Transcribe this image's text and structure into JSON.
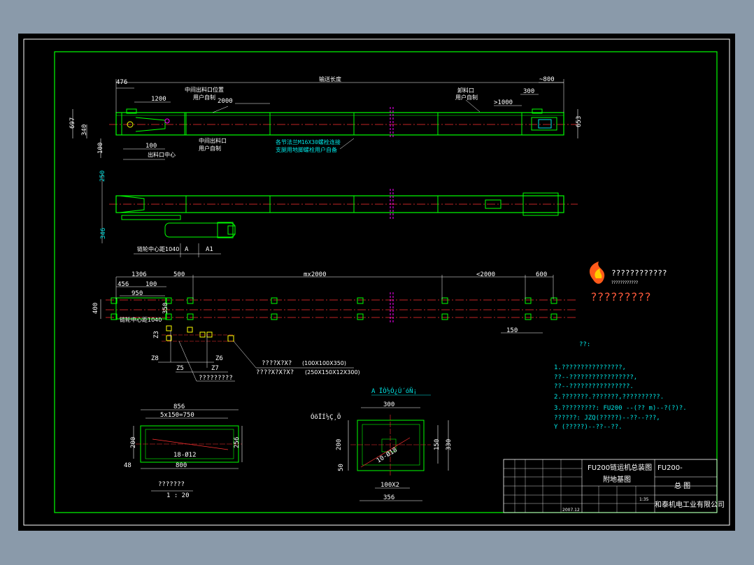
{
  "colors": {
    "frame": "#00ff00",
    "dim": "#ffffff",
    "center": "#ff3030",
    "cyan": "#00e6e6",
    "magenta": "#ff00ff",
    "yellow": "#ffff00"
  },
  "view1": {
    "dims": {
      "d476": "476",
      "conveyor_len": "输送长度",
      "d1200": "1200",
      "d2000": "2000",
      "d800": "~800",
      "d300": "300",
      "d1000": ">1000",
      "d697": "697",
      "d340": "340",
      "d100v": "100",
      "d100h": "100",
      "d653": "653"
    },
    "notes": {
      "mid_outlet_top": "中间出料口位置",
      "user_self_top": "用户自制",
      "discharge": "卸料口",
      "user_self_right": "用户自制",
      "mid_outlet_bot": "中间出料口",
      "user_self_bot": "用户自制",
      "outlet_center": "出料口中心",
      "bolt_line1": "各节法兰M16X30螺栓连接",
      "bolt_line2": "支腿用地脚螺栓用户自备"
    }
  },
  "view2": {
    "dims": {
      "d250": "250",
      "d346": "346",
      "drive_center": "链轮中心距1040",
      "a": "A",
      "a1": "A1"
    }
  },
  "view3": {
    "dims": {
      "d1306": "1306",
      "d500": "500",
      "mx2000": "mx2000",
      "d2000": "<2000",
      "d600": "600",
      "d456": "456",
      "d100": "100",
      "d950": "950",
      "d400": "400",
      "d350": "350",
      "d150": "150",
      "z3": "Z3",
      "z8": "Z8",
      "z5": "Z5",
      "z6": "Z6",
      "z7": "Z7",
      "axle_center": "链轮中心距1040"
    },
    "callout_q1": "????X?X?",
    "callout_q1_val": "(100X100X350)",
    "callout_q2": "????X?X?X?",
    "callout_q2_val": "(250X150X12X300)",
    "label_q": "?????????"
  },
  "section_left": {
    "d856": "856",
    "d750": "5x150=750",
    "d200": "200",
    "d256": "256",
    "holes": "18-Ø12",
    "d48": "48",
    "d800": "800",
    "scale_label": "???????",
    "scale": "1 : 20"
  },
  "section_right": {
    "title": "A ÏÒ½Ó¿Ú´óÑ¡",
    "sub": "ÓõÏÍ½Ç¸Ö",
    "d300": "300",
    "d200": "200",
    "d150": "150",
    "d330": "330",
    "d50": "50",
    "holes": "10-Ø18",
    "d100x2": "100X2",
    "d356": "356"
  },
  "brand": {
    "logo_text": "????????????",
    "sub_text": "????????????",
    "name": "?????????"
  },
  "notes": {
    "heading": "??:",
    "lines": [
      "1.????????????????,",
      "  ??--?????????????????,",
      "  ??--????????????????.",
      "2.???????.???????,??????????.",
      "3.?????????:    FU200 --(??  m)--?(?)?.",
      "  ??????:   JZQ(?????)--??--???,",
      "             Y (?????)--??--??."
    ]
  },
  "title_block": {
    "title1": "FU200链运机总装图",
    "title2": "附地基图",
    "code": "FU200-",
    "sheet": "总   图",
    "company": "和泰机电工业有限公司",
    "scale": "1:35",
    "date": "2007.12"
  }
}
